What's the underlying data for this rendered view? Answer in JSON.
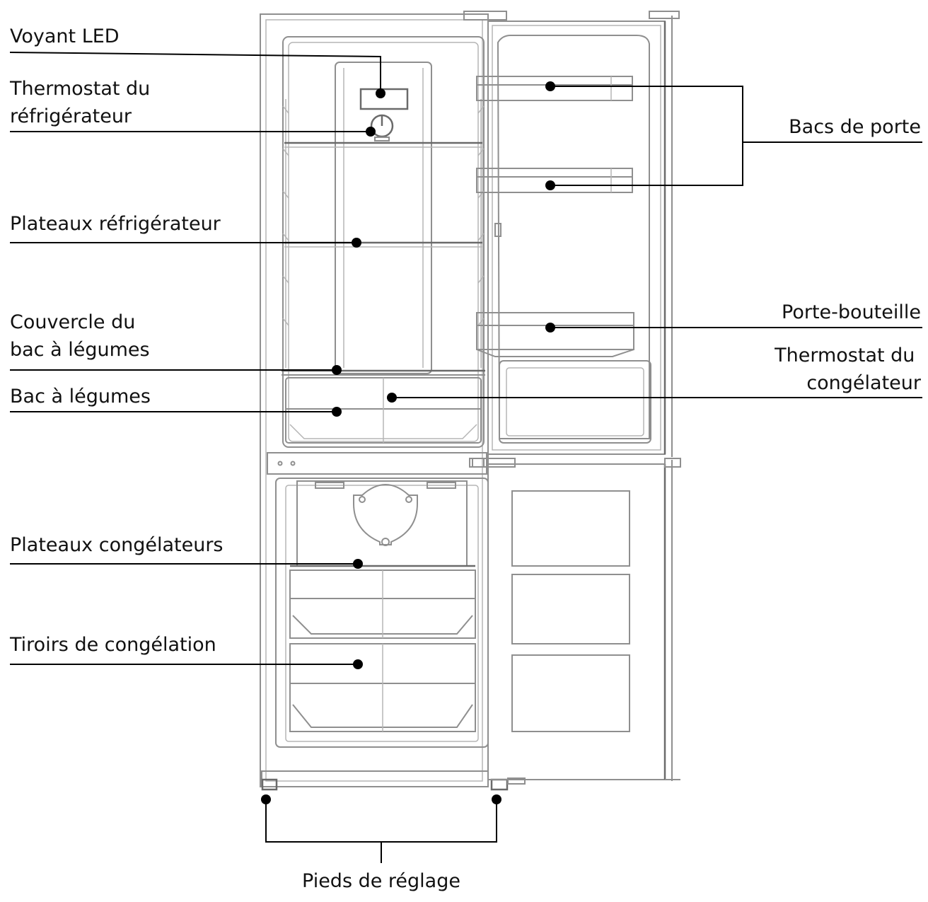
{
  "diagram": {
    "labels": {
      "voyant_led": [
        "Voyant LED"
      ],
      "thermostat_refrigerateur": [
        "Thermostat du",
        "réfrigérateur"
      ],
      "plateaux_refrigerateur": [
        "Plateaux réfrigérateur"
      ],
      "couvercle_bac": [
        "Couvercle du",
        "bac à légumes"
      ],
      "bac_legumes": [
        "Bac à légumes"
      ],
      "plateaux_congelateurs": [
        "Plateaux congélateurs"
      ],
      "tiroirs_congelation": [
        "Tiroirs de congélation"
      ],
      "bacs_porte": [
        "Bacs de porte"
      ],
      "porte_bouteille": [
        "Porte-bouteille"
      ],
      "thermostat_congelateur": [
        "Thermostat du",
        "congélateur"
      ],
      "pieds_reglage": [
        "Pieds de réglage"
      ]
    },
    "colors": {
      "leader_line": "#000000",
      "drawing_line": "#8f8f8f",
      "background": "#ffffff"
    }
  }
}
